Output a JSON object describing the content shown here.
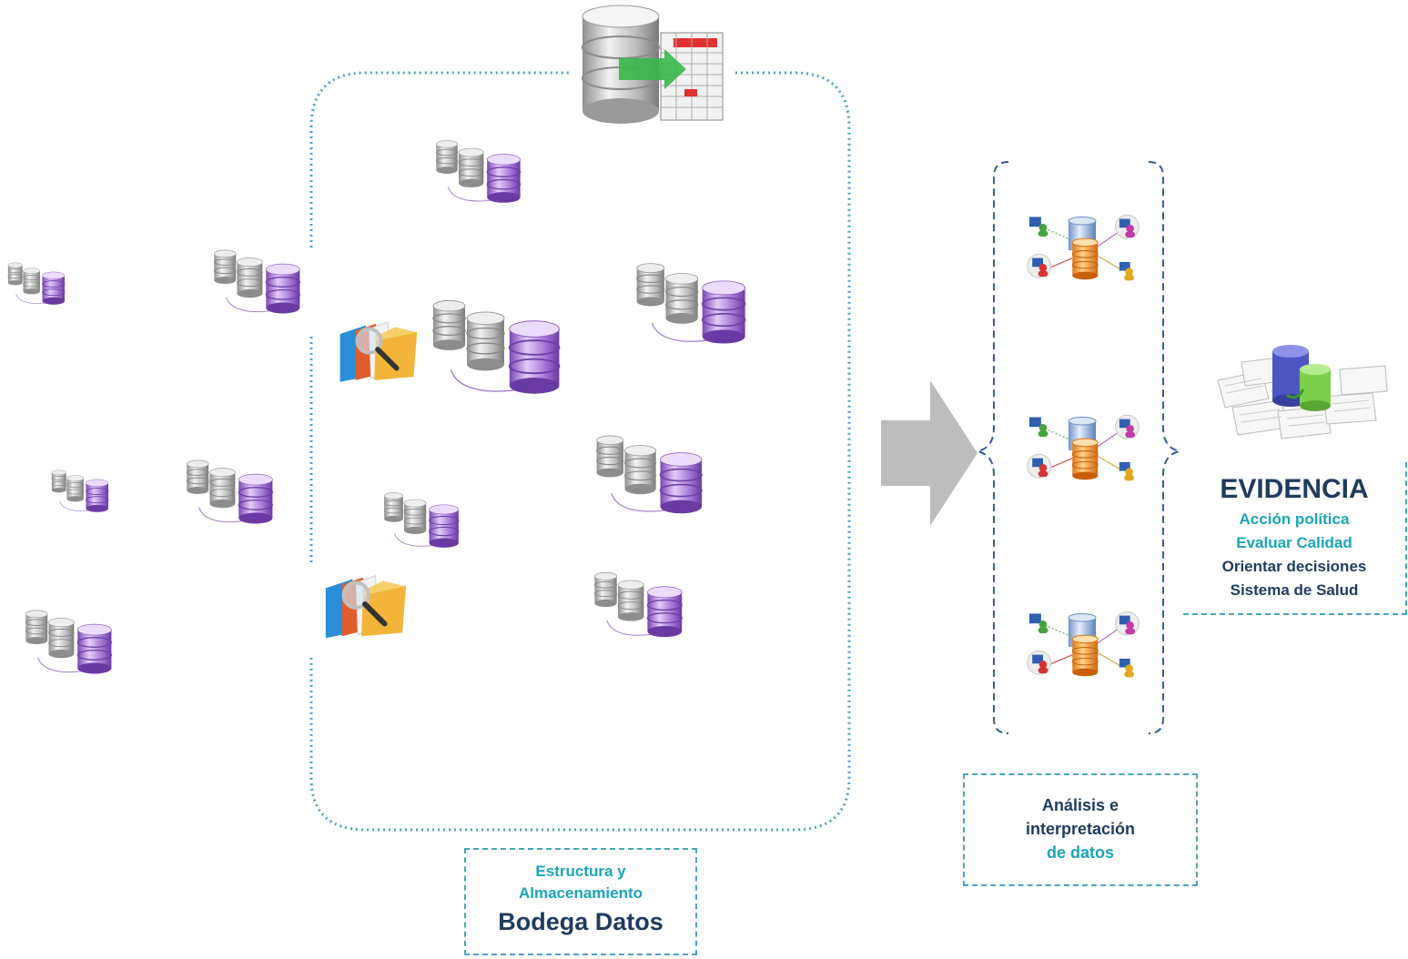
{
  "warehouse": {
    "line1": "Estructura y",
    "line2": "Almacenamiento",
    "title": "Bodega Datos"
  },
  "analysis": {
    "line1": "Análisis e",
    "line2": "interpretación",
    "line3": "de datos"
  },
  "evidence": {
    "title": "EVIDENCIA",
    "items": [
      "Acción política",
      "Evaluar Calidad",
      "Orientar decisiones",
      "Sistema de Salud"
    ]
  },
  "colors": {
    "teal": "#1aa5b8",
    "navy": "#1f3b5e",
    "frame": "#4aa3c3",
    "arrow": "#bdbdbd",
    "db_gray": "#c9c9c9",
    "db_purple": "#a77ad6"
  },
  "icons": [
    "database-cluster-icon",
    "folder-search-icon",
    "data-warehouse-icon",
    "network-database-icon",
    "evidence-database-icon"
  ]
}
